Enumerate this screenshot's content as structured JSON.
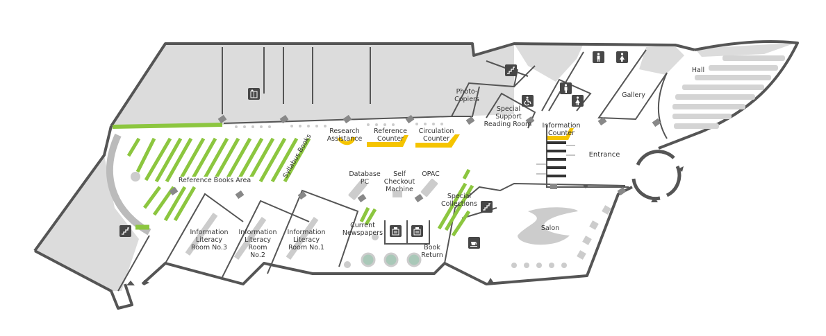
{
  "labels": {
    "hall": "Hall",
    "gallery": "Gallery",
    "photo_copiers": "Photo-\nCopiers",
    "special_support": "Special\nSupport",
    "reading_room": "Reading Room",
    "information_counter": "Information\nCounter",
    "entrance": "Entrance",
    "research_assistance": "Research\nAssistance",
    "reference_counter": "Reference\nCounter",
    "circulation_counter": "Circulation\nCounter",
    "syllabus_books": "Syllabus Books",
    "reference_books_area": "Reference Books Area",
    "database_pc": "Database\nPC",
    "self_checkout": "Self\nCheckout\nMachine",
    "opac": "OPAC",
    "special_collections": "Special\nCollections",
    "current_newspapers": "Current\nNewspapers",
    "book_return": "Book\nReturn",
    "info_room_3": "Information\nLiteracy\nRoom No.3",
    "info_room_2": "Information\nLiteracy\nRoom\nNo.2",
    "info_room_1": "Information\nLiteracy\nRoom No.1",
    "salon": "Salon"
  },
  "icons": [
    "elevator-icon",
    "stairs-icon",
    "accessible-icon",
    "restroom-male-icon",
    "restroom-female-icon",
    "cafe-icon",
    "checkout-machine-icon",
    "book-return-icon"
  ],
  "colors": {
    "wall": "#555555",
    "floor_gray": "#dcdcdc",
    "shelf_green": "#8cc63f",
    "counter_yellow": "#f5c400",
    "furniture": "#cccccc",
    "icon_dark": "#474747"
  }
}
